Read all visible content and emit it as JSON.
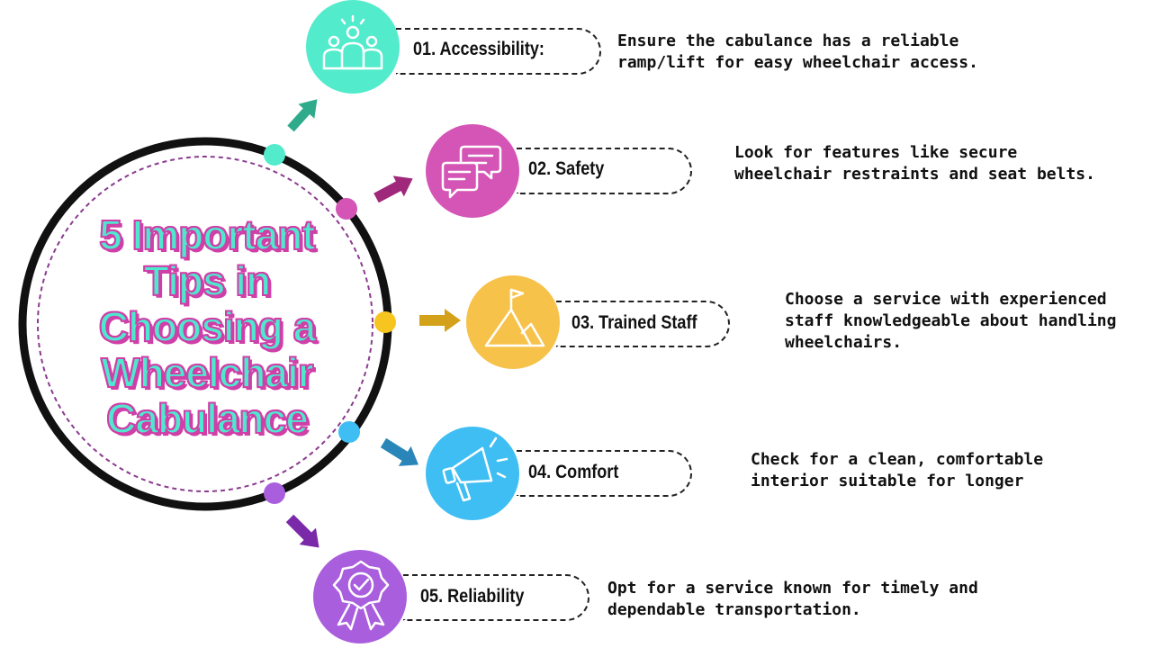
{
  "title": {
    "lines": [
      "5 Important",
      "Tips in",
      "Choosing a",
      "Wheelchair",
      "Cabulance"
    ]
  },
  "tips": [
    {
      "label": "01. Accessibility:",
      "icon": "people-group-icon",
      "color": "#52ebcc",
      "lines": [
        "Ensure the cabulance has a reliable",
        "ramp/lift for easy wheelchair access."
      ]
    },
    {
      "label": "02. Safety",
      "icon": "chat-bubbles-icon",
      "color": "#d455b6",
      "lines": [
        "Look for features like secure",
        "wheelchair restraints and seat belts."
      ]
    },
    {
      "label": "03. Trained Staff",
      "icon": "mountain-flag-icon",
      "color": "#f7c24a",
      "lines": [
        "Choose a service with experienced",
        "staff knowledgeable about handling",
        "wheelchairs."
      ]
    },
    {
      "label": "04. Comfort",
      "icon": "megaphone-icon",
      "color": "#3fbef3",
      "lines": [
        "Check for a clean, comfortable",
        "interior suitable for longer"
      ]
    },
    {
      "label": "05. Reliability",
      "icon": "award-badge-icon",
      "color": "#a95edd",
      "lines": [
        "Opt for a service known for timely and",
        "dependable transportation."
      ]
    }
  ],
  "colors": {
    "ring": "#111111",
    "inner_ring": "#8a3b8f",
    "arrow_1": "#2fab8c",
    "arrow_2": "#a0287b",
    "arrow_3": "#d4a21a",
    "arrow_4": "#2a86b8",
    "arrow_5": "#7a2aa8",
    "dot_1": "#52ebcc",
    "dot_2": "#d455b6",
    "dot_3": "#f7c520",
    "dot_4": "#3fbef3",
    "dot_5": "#a95edd",
    "title_fill": "#4ee8cf",
    "title_outline": "#d03ea8"
  }
}
